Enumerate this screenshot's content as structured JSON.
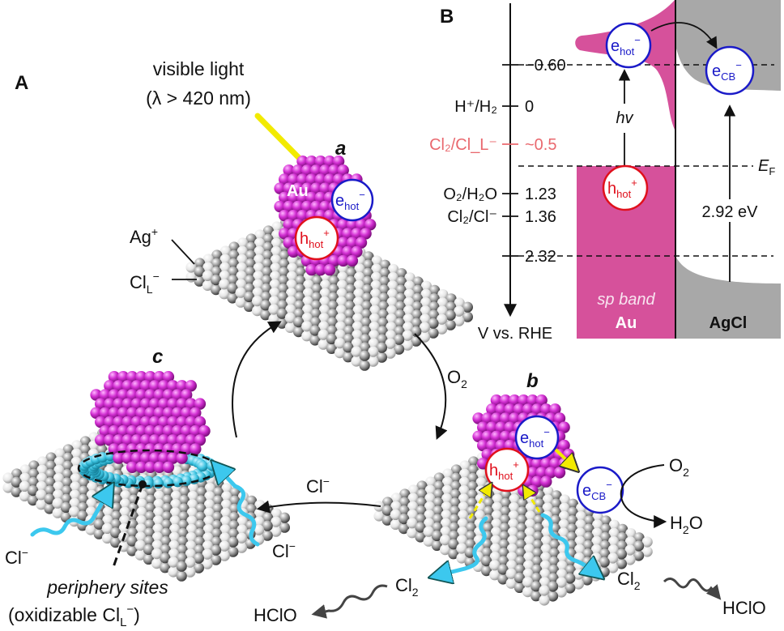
{
  "panel_a": {
    "panel_label": "A",
    "light_line1": "visible light",
    "light_line2_pre": "(λ > 420 nm)",
    "step_a": "a",
    "step_b": "b",
    "step_c": "c",
    "au": "Au",
    "ag_plus": "Ag",
    "ag_plus_sup": "+",
    "cl_l": "Cl",
    "cl_l_sub": "L",
    "cl_l_sup": "−",
    "e_hot": "e",
    "e_hot_sub": "hot",
    "e_hot_sup": "−",
    "h_hot": "h",
    "h_hot_sub": "hot",
    "h_hot_sup": "+",
    "e_cb": "e",
    "e_cb_sub": "CB",
    "e_cb_sup": "−",
    "o2": "O",
    "o2_sub": "2",
    "h2o_pre": "H",
    "h2o_sub": "2",
    "h2o_post": "O",
    "cl_minus": "Cl",
    "cl_minus_sup": "−",
    "cl2": "Cl",
    "cl2_sub": "2",
    "hclo": "HClO",
    "periphery_line1": "periphery sites",
    "periphery_line2_pre": "(oxidizable Cl",
    "periphery_line2_sub": "L",
    "periphery_line2_sup": "−",
    "periphery_line2_post": ")"
  },
  "panel_b": {
    "panel_label": "B",
    "axis_label": "V vs. RHE",
    "levels": [
      {
        "couple": "",
        "value": "−0.60"
      },
      {
        "couple": "H⁺/H₂",
        "value": "0"
      },
      {
        "couple": "Cl₂/Cl_L⁻",
        "value": "~0.5"
      },
      {
        "couple": "O₂/H₂O",
        "value": "1.23"
      },
      {
        "couple": "Cl₂/Cl⁻",
        "value": "1.36"
      },
      {
        "couple": "",
        "value": "2.32"
      }
    ],
    "hv": "hv",
    "ef": "E",
    "ef_sub": "F",
    "gap": "2.92 eV",
    "sp_band": "sp band",
    "au": "Au",
    "agcl": "AgCl",
    "colors": {
      "gold_band": "#d6519b",
      "agcl": "#a8a8a8",
      "electron": "#1a1ac8",
      "hole": "#e0101c",
      "cl_level": "#e9686e"
    }
  }
}
